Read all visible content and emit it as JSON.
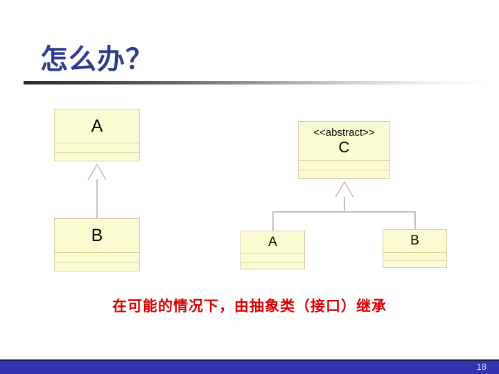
{
  "slide": {
    "title": "怎么办？",
    "title_color": "#2f3b8f",
    "background": "#ffffff",
    "caption": "在可能的情况下，由抽象类（接口）继承",
    "caption_color": "#d60000",
    "page_number": "18",
    "footer_color": "#3333b2"
  },
  "diagram": {
    "box_fill": "#fbfbd2",
    "box_border": "#d9cbab",
    "connector_color": "#cdbcbc",
    "left": {
      "parent": {
        "name": "A",
        "attributes": "",
        "operations": ""
      },
      "child": {
        "name": "B",
        "attributes": "",
        "operations": ""
      }
    },
    "right": {
      "parent": {
        "stereotype": "<<abstract>>",
        "name": "C",
        "attributes": "",
        "operations": ""
      },
      "children": [
        {
          "name": "A",
          "attributes": "",
          "operations": ""
        },
        {
          "name": "B",
          "attributes": "",
          "operations": ""
        }
      ]
    }
  }
}
